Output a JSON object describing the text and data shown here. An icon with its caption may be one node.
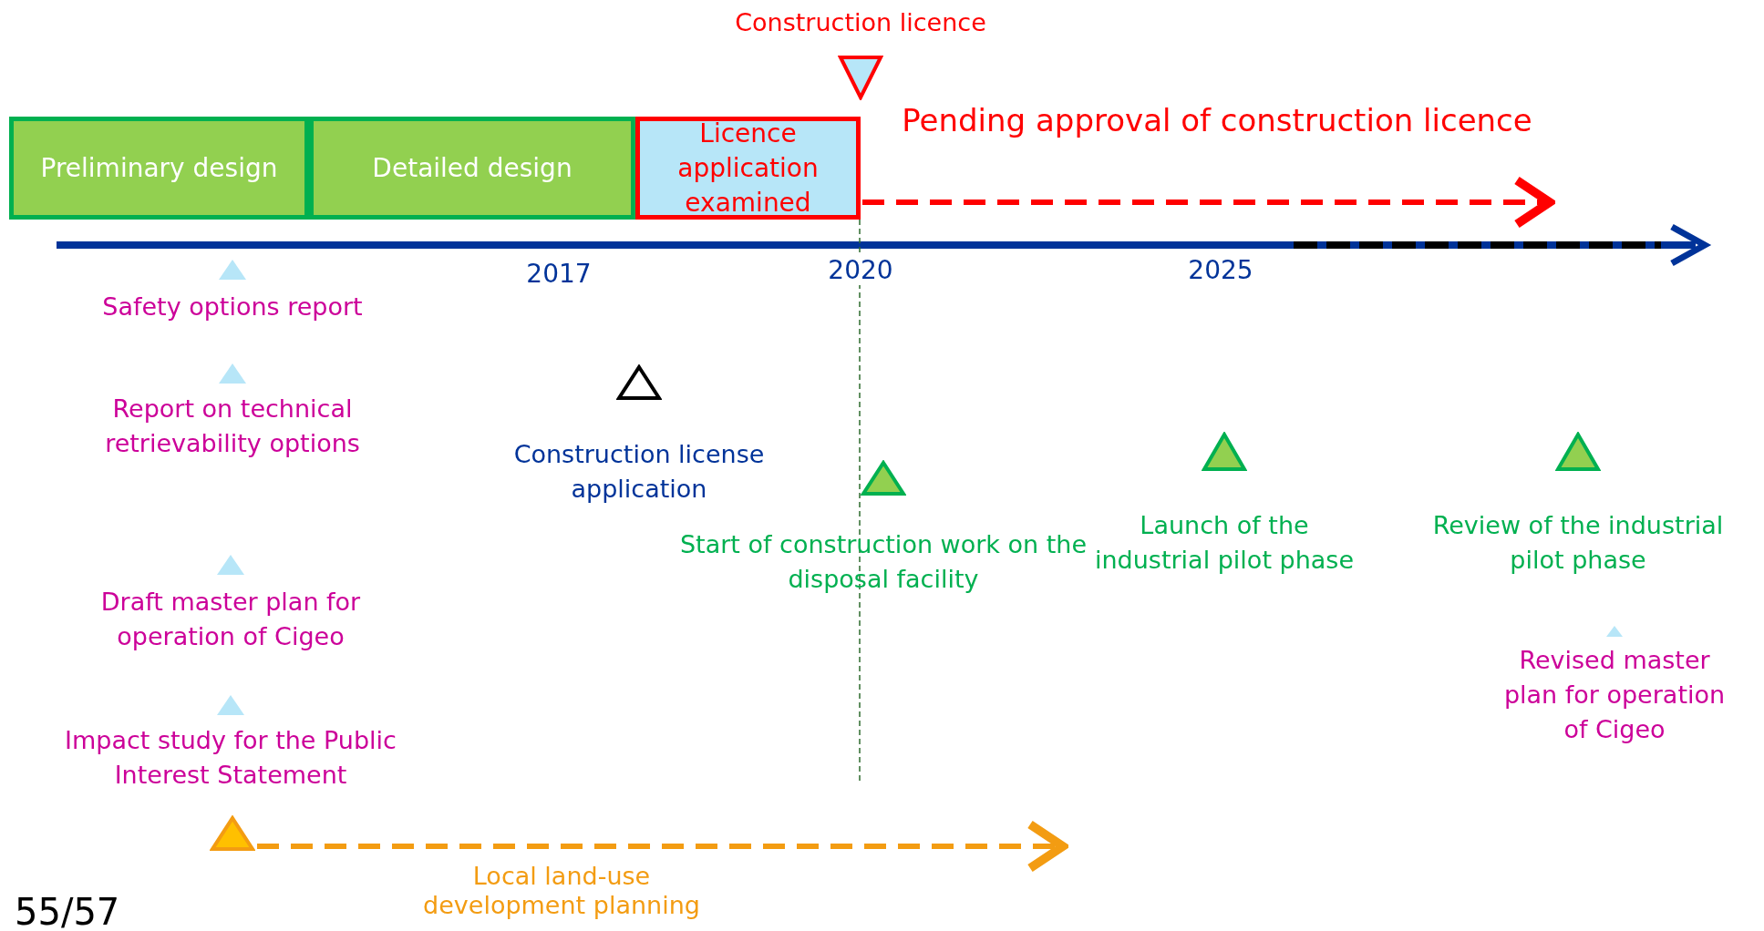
{
  "diagram": {
    "nodes": [
      {
        "text": [
          "Construction licence"
        ]
      },
      {
        "text": [
          "Preliminary design"
        ]
      },
      {
        "text": [
          "Detailed design"
        ]
      },
      {
        "text": [
          "Licence application examined"
        ]
      },
      {
        "text": [
          "Safety options report"
        ]
      },
      {
        "text": [
          "Report on technical retrievability options"
        ]
      },
      {
        "text": [
          "Construction license application"
        ]
      },
      {
        "text": [
          "Start of construction work on the disposal facility"
        ]
      },
      {
        "text": [
          "Launch of the industrial pilot phase"
        ]
      },
      {
        "text": [
          "Review of the industrial pilot phase"
        ]
      },
      {
        "text": [
          "Draft master plan for operation of Cigeo"
        ]
      },
      {
        "text": [
          "Revised master plan for operation of Cigeo"
        ]
      },
      {
        "text": [
          "Impact study for the Public Interest Statement"
        ]
      },
      {
        "text": [],
        "shape": "triangle"
      }
    ],
    "edges": [
      {
        "from": 3,
        "to": null,
        "arrow": "to",
        "style": "dashed",
        "color": "#ff0000",
        "label": "Pending approval of construction licence"
      },
      {
        "from": 13,
        "to": null,
        "arrow": "to",
        "style": "dashed",
        "color": "#f39c12",
        "label": "Local land-use development planning"
      }
    ],
    "labels": [
      "2017",
      "2020",
      "2025",
      "55/57"
    ]
  }
}
